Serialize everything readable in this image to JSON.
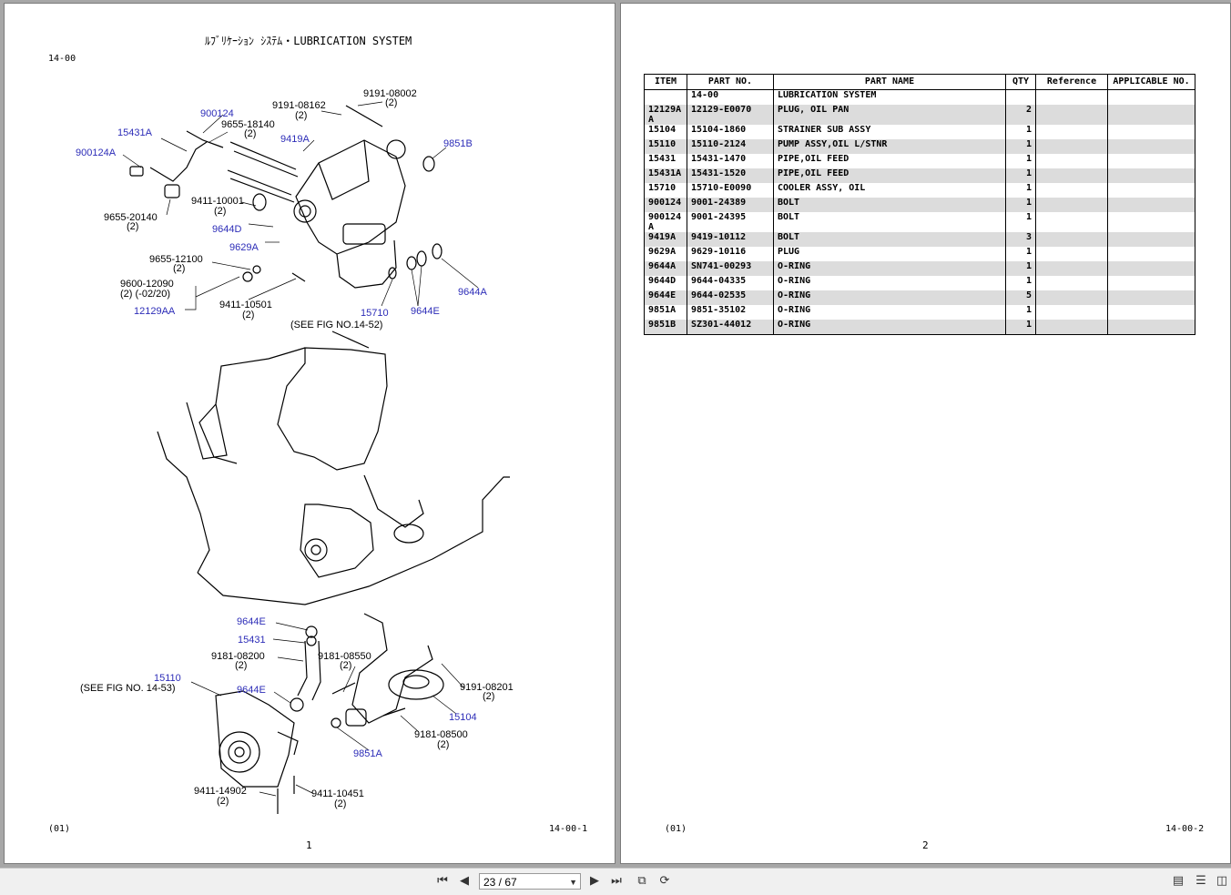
{
  "page1": {
    "title": "ﾙﾌﾞﾘｹｰｼｮﾝ ｼｽﾃﾑ・LUBRICATION SYSTEM",
    "section": "14-00",
    "footer_left": "(01)",
    "footer_right": "14-00-1",
    "page_number": "1",
    "diagram_labels": {
      "l1": "900124",
      "l2": "15431A",
      "l3": "900124A",
      "l4": "9655-18140",
      "l5": "(2)",
      "l6": "9191-08162",
      "l7": "(2)",
      "l8": "9191-08002",
      "l9": "(2)",
      "l10": "9419A",
      "l11": "9851B",
      "l12": "9411-10001",
      "l13": "(2)",
      "l14": "9655-20140",
      "l15": "(2)",
      "l16": "9644D",
      "l17": "9629A",
      "l18": "9655-12100",
      "l19": "(2)",
      "l20": "9600-12090",
      "l21": "(2) (-02/20)",
      "l22": "12129AA",
      "l23": "9411-10501",
      "l24": "(2)",
      "l25": "15710",
      "l26": "9644E",
      "l27": "9644A",
      "l28": "(SEE FIG NO.14-52)",
      "l29": "9644E",
      "l30": "15431",
      "l31": "9181-08200",
      "l32": "(2)",
      "l33": "9181-08550",
      "l34": "(2)",
      "l35": "15110",
      "l36": "(SEE FIG NO. 14-53)",
      "l37": "9644E",
      "l38": "9191-08201",
      "l39": "(2)",
      "l40": "15104",
      "l41": "9181-08500",
      "l42": "(2)",
      "l43": "9851A",
      "l44": "9411-14902",
      "l45": "(2)",
      "l46": "9411-10451",
      "l47": "(2)"
    }
  },
  "page2": {
    "footer_left": "(01)",
    "footer_right": "14-00-2",
    "page_number": "2",
    "table": {
      "headers": [
        "ITEM",
        "PART NO.",
        "PART NAME",
        "QTY",
        "Reference",
        "APPLICABLE NO."
      ],
      "rows": [
        {
          "item": "",
          "part_no": "14-00",
          "name": "LUBRICATION SYSTEM",
          "qty": ""
        },
        {
          "item": "12129A\nA",
          "part_no": "12129-E0070",
          "name": "PLUG, OIL PAN",
          "qty": "2"
        },
        {
          "item": "15104",
          "part_no": "15104-1860",
          "name": "STRAINER SUB ASSY",
          "qty": "1"
        },
        {
          "item": "15110",
          "part_no": "15110-2124",
          "name": "PUMP ASSY,OIL L/STNR",
          "qty": "1"
        },
        {
          "item": "15431",
          "part_no": "15431-1470",
          "name": "PIPE,OIL FEED",
          "qty": "1"
        },
        {
          "item": "15431A",
          "part_no": "15431-1520",
          "name": "PIPE,OIL FEED",
          "qty": "1"
        },
        {
          "item": "15710",
          "part_no": "15710-E0090",
          "name": "COOLER ASSY, OIL",
          "qty": "1"
        },
        {
          "item": "900124",
          "part_no": "9001-24389",
          "name": "BOLT",
          "qty": "1"
        },
        {
          "item": "900124\nA",
          "part_no": "9001-24395",
          "name": "BOLT",
          "qty": "1"
        },
        {
          "item": "9419A",
          "part_no": "9419-10112",
          "name": "BOLT",
          "qty": "3"
        },
        {
          "item": "9629A",
          "part_no": "9629-10116",
          "name": "PLUG",
          "qty": "1"
        },
        {
          "item": "9644A",
          "part_no": "SN741-00293",
          "name": "O-RING",
          "qty": "1"
        },
        {
          "item": "9644D",
          "part_no": "9644-04335",
          "name": "O-RING",
          "qty": "1"
        },
        {
          "item": "9644E",
          "part_no": "9644-02535",
          "name": "O-RING",
          "qty": "5"
        },
        {
          "item": "9851A",
          "part_no": "9851-35102",
          "name": "O-RING",
          "qty": "1"
        },
        {
          "item": "9851B",
          "part_no": "SZ301-44012",
          "name": "O-RING",
          "qty": "1"
        }
      ]
    }
  },
  "toolbar": {
    "page_indicator": "23 / 67",
    "icons": [
      "first-page-icon",
      "prev-page-icon",
      "next-page-icon",
      "last-page-icon",
      "fit-page-icon",
      "rotate-icon",
      "single-page-icon",
      "continuous-icon",
      "two-page-icon"
    ]
  }
}
